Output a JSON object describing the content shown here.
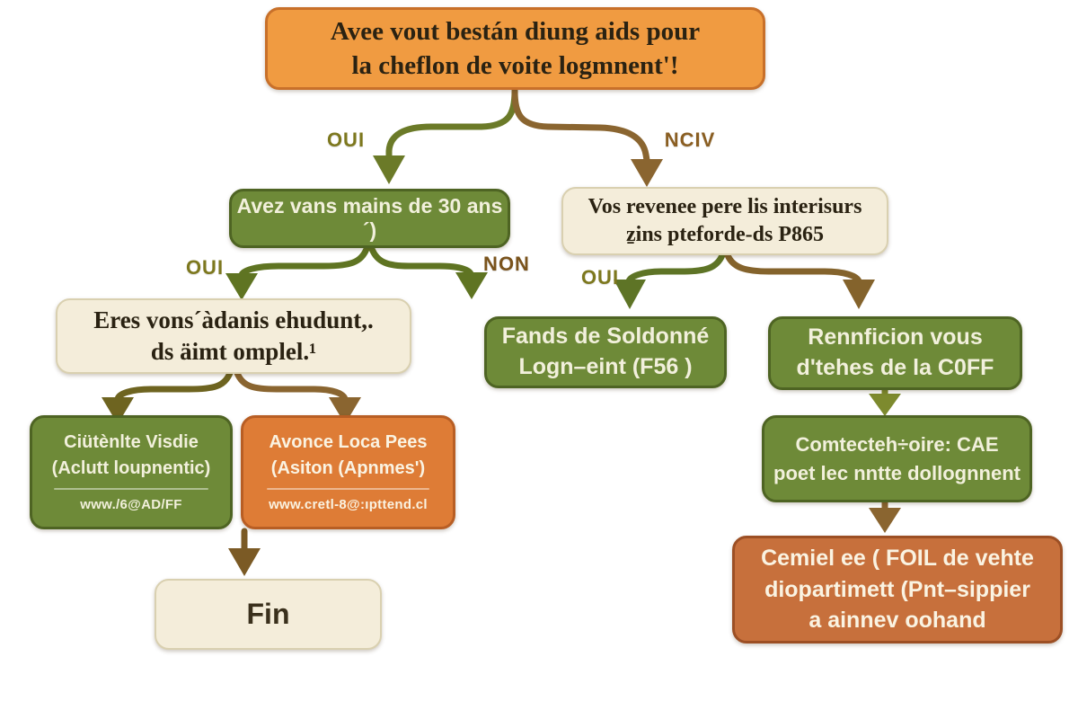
{
  "title": "Flowchart - housing aid decision tree (French, garbled AI text)",
  "palette": {
    "orange_root_bg": "#F09B41",
    "orange_root_border": "#C8702A",
    "orange_bg": "#DE7C36",
    "orange_border": "#B85E24",
    "orange_dark_bg": "#C7703C",
    "orange_dark_border": "#9C4F24",
    "green_bg": "#6E8A38",
    "green_border": "#4E6423",
    "cream_bg": "#F4EDDA",
    "cream_border": "#D9D0B0",
    "arrow_green": "#5F7422",
    "arrow_brown": "#8A6530",
    "label_yes_color": "#7D781E",
    "label_no_color": "#8A5E22",
    "dark_text": "#2A2212",
    "light_text": "#F4F1DE",
    "background": "#FFFFFF"
  },
  "nodes": {
    "root": {
      "line1": "Avee vout bestán diung aids pour",
      "line2": "la cheflon de voite logmnent'!"
    },
    "q_age": {
      "line1": "Avez vans mains de 30 ans´)"
    },
    "q_revenue": {
      "line1": "Vos revenee pere lis interisurs",
      "line2": "ẕins pteforde-ds P865"
    },
    "q_student": {
      "line1": "Eres vons´àdanis ehudunt,.",
      "line2": "ds äimt omplel.¹"
    },
    "fands": {
      "line1": "Fands de Soldonné",
      "line2": "Logn–eint (F56 )"
    },
    "rennficion": {
      "line1": "Rennficion vous",
      "line2": "d'tehes de la C0FF"
    },
    "ciutenlte": {
      "line1": "Ciütènlte Visdie",
      "line2": "(Aclutt loupnentic)",
      "link": "www./6@AD/FF"
    },
    "avonce": {
      "line1": "Avonce Loca Pees",
      "line2": "(Asiton (Apnmes')",
      "link": "www.cretl-8@:ıpttend.cl"
    },
    "contact_caf": {
      "line1": "Comtecteh÷oire: CAE",
      "line2": "poet lec nntte dollognnent"
    },
    "conseil": {
      "line1": "Cemiel ee ( FOIL de vehte",
      "line2": "diopartimett (Pnt–sippier",
      "line3": "a ainnev oohand"
    },
    "fin": {
      "line1": "Fin"
    }
  },
  "edge_labels": {
    "level1_yes": "OUI",
    "level1_no": "NCIV",
    "level2_yes": "OUI",
    "level2_no": "NON",
    "level3_yes": "OUI"
  }
}
